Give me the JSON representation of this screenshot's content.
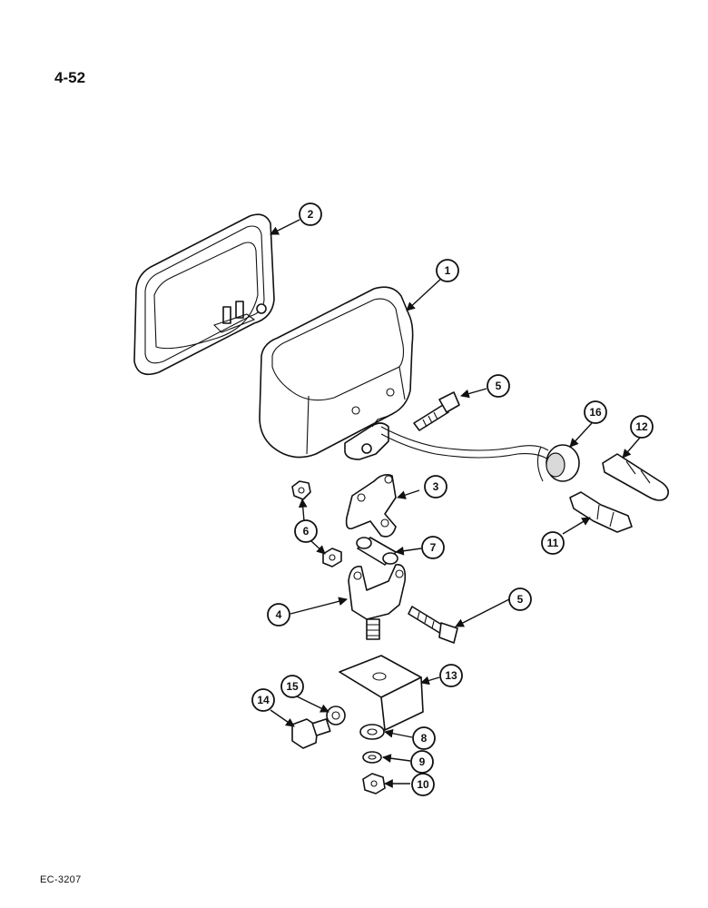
{
  "page": {
    "number": "4-52",
    "code": "EC-3207"
  },
  "callouts": [
    "1",
    "2",
    "3",
    "4",
    "5",
    "5",
    "6",
    "7",
    "8",
    "9",
    "10",
    "11",
    "12",
    "13",
    "14",
    "15",
    "16"
  ]
}
